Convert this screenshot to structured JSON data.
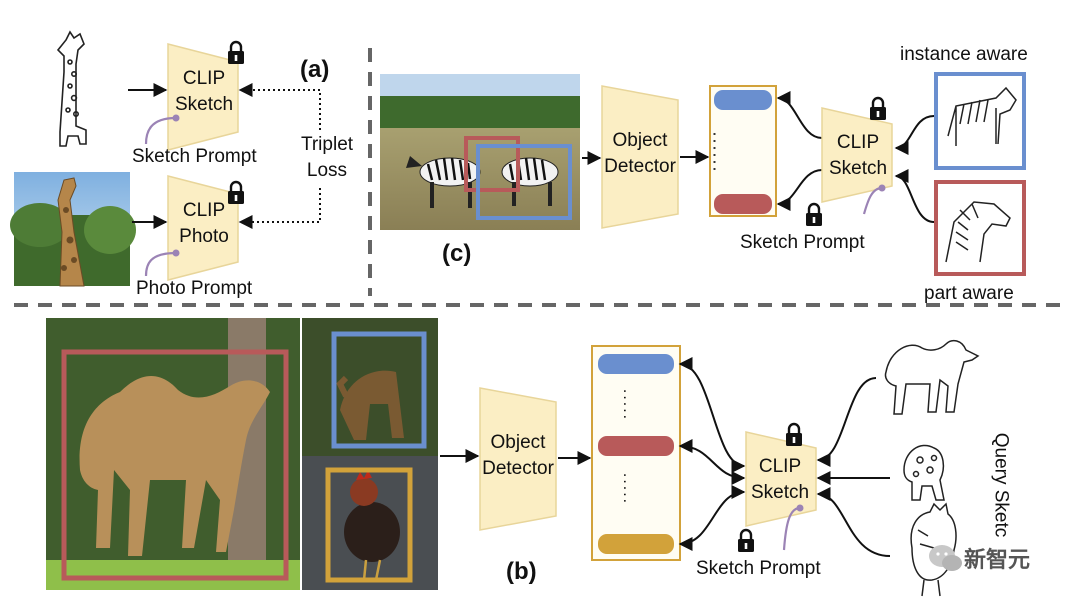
{
  "panels": {
    "a": {
      "label": "(a)",
      "sketch_encoder": {
        "line1": "CLIP",
        "line2": "Sketch"
      },
      "photo_encoder": {
        "line1": "CLIP",
        "line2": "Photo"
      },
      "sketch_prompt": "Sketch Prompt",
      "photo_prompt": "Photo Prompt",
      "loss": {
        "line1": "Triplet",
        "line2": "Loss"
      }
    },
    "c": {
      "label": "(c)",
      "detector": {
        "line1": "Object",
        "line2": "Detector"
      },
      "encoder": {
        "line1": "CLIP",
        "line2": "Sketch"
      },
      "prompt": "Sketch Prompt",
      "instance_label": "instance aware",
      "part_label": "part aware",
      "dots": "......"
    },
    "b": {
      "label": "(b)",
      "detector": {
        "line1": "Object",
        "line2": "Detector"
      },
      "encoder": {
        "line1": "CLIP",
        "line2": "Sketch"
      },
      "prompt": "Sketch Prompt",
      "query_label": "Query Sketc",
      "dots": "....."
    }
  },
  "watermark": "新智元",
  "colors": {
    "module_fill": "#fbeec4",
    "module_stroke": "#e8d59a",
    "blue": "#6a8fcf",
    "red": "#b85a5a",
    "gold": "#d2a23a",
    "prompt_line": "#9b83b5",
    "divider": "#666666"
  },
  "icons": [
    "lock-icon",
    "giraffe-sketch",
    "zebra-sketch",
    "camel-sketch",
    "chicken-sketch",
    "wechat-icon"
  ]
}
